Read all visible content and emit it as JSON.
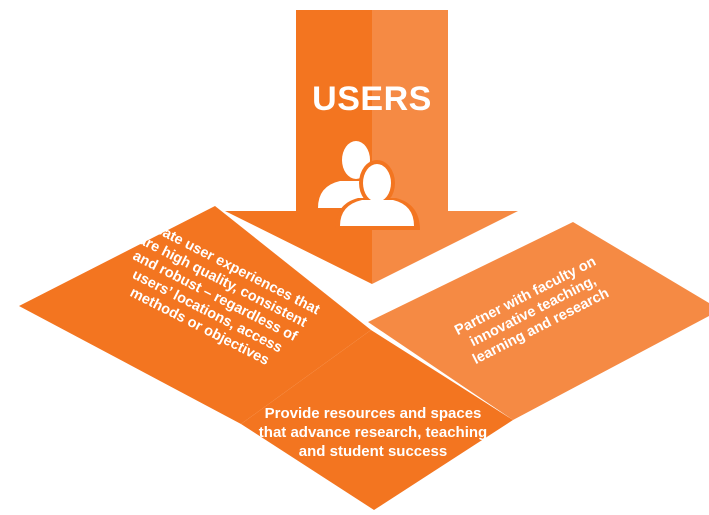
{
  "colors": {
    "orange_dark": "#f37520",
    "orange_light": "#f58a44",
    "text": "#ffffff",
    "background": "#ffffff"
  },
  "arrow": {
    "title": "USERS",
    "icon": "users-icon"
  },
  "panels": {
    "left": {
      "lines": [
        "Create user experiences that",
        "are high quality, consistent",
        "and robust – regardless of",
        "users’ locations, access",
        "methods or objectives"
      ]
    },
    "right": {
      "lines": [
        "Partner with faculty on",
        "innovative teaching,",
        "learning and research"
      ]
    },
    "bottom": {
      "lines": [
        "Provide resources and spaces",
        "that advance research, teaching",
        "and student success"
      ]
    }
  }
}
